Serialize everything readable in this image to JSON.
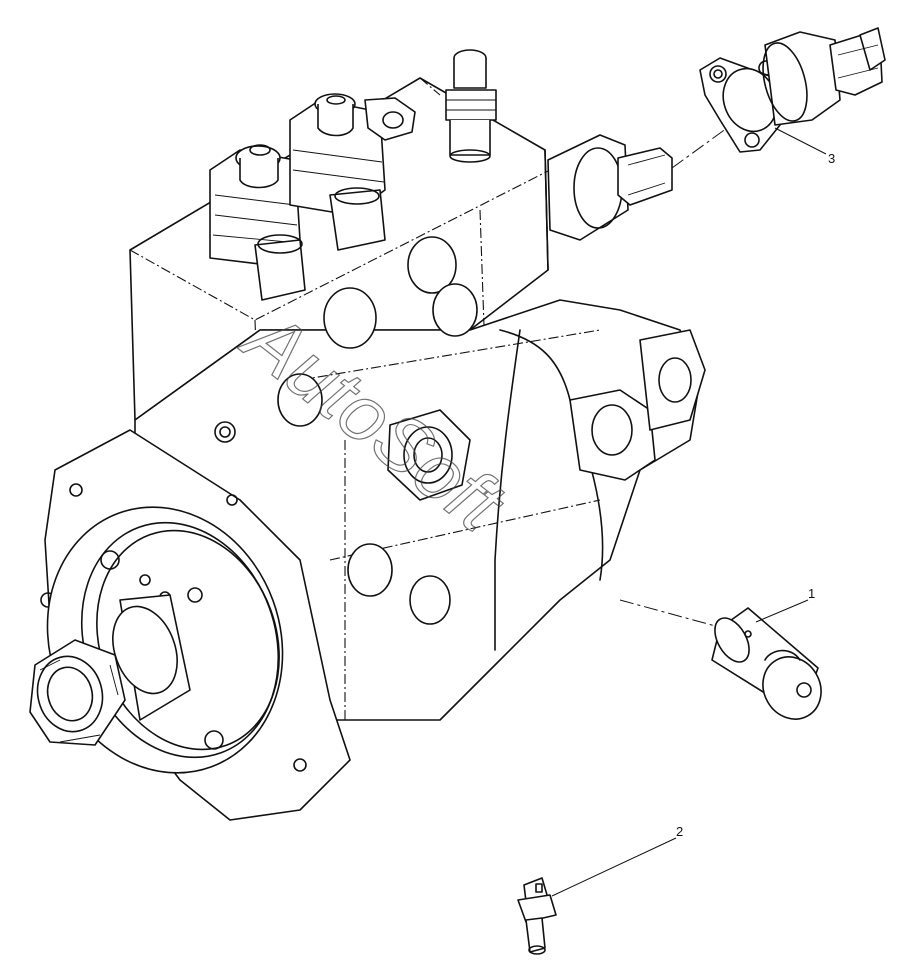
{
  "watermark": {
    "text": "AutoSoft"
  },
  "callouts": [
    {
      "id": "1",
      "label": "1"
    },
    {
      "id": "2",
      "label": "2"
    },
    {
      "id": "3",
      "label": "3"
    }
  ]
}
